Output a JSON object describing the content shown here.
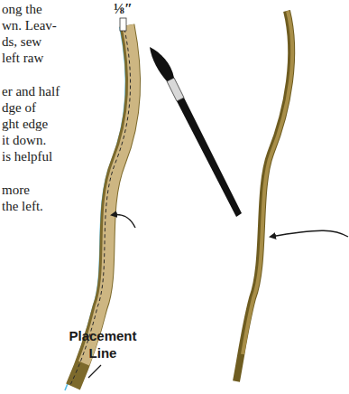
{
  "diagram": {
    "labels": [
      "ong the",
      "wn. Leav-",
      "ds, sew",
      "left raw",
      "er and half",
      "dge of",
      "ght edge",
      "it down.",
      "is helpful",
      "more",
      "the left.",
      "⅛″",
      "Placement Line"
    ]
  }
}
